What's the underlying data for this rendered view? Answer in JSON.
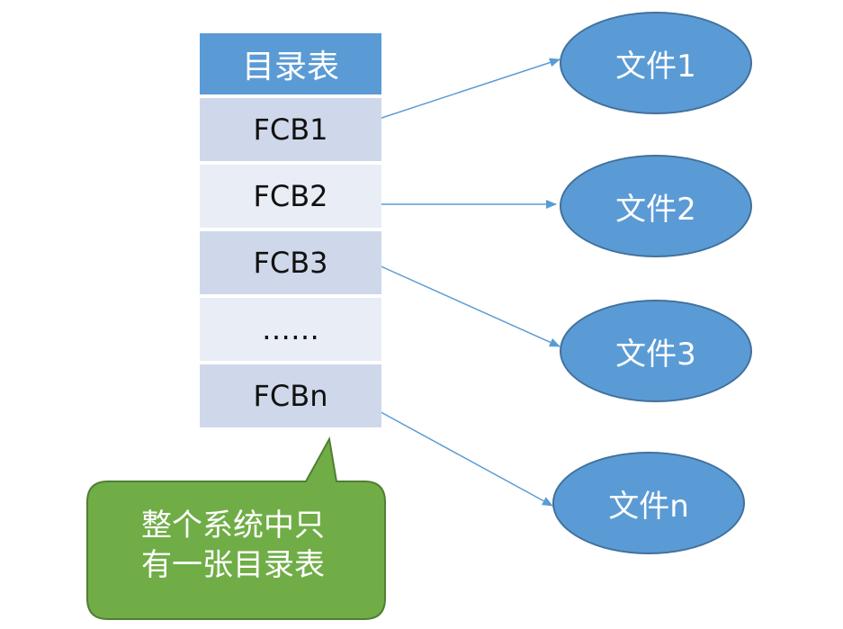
{
  "directory_table": {
    "header": "目录表",
    "rows": [
      "FCB1",
      "FCB2",
      "FCB3",
      "……",
      "FCBn"
    ]
  },
  "files": [
    "文件1",
    "文件2",
    "文件3",
    "文件n"
  ],
  "callout": {
    "line1": "整个系统中只",
    "line2": "有一张目录表"
  },
  "colors": {
    "header_fill": "#5b9bd5",
    "row_dark": "#cfd8ea",
    "row_light": "#e8edf6",
    "file_fill": "#5b9bd5",
    "arrow": "#5b9bd5",
    "callout_fill": "#70ad47"
  }
}
